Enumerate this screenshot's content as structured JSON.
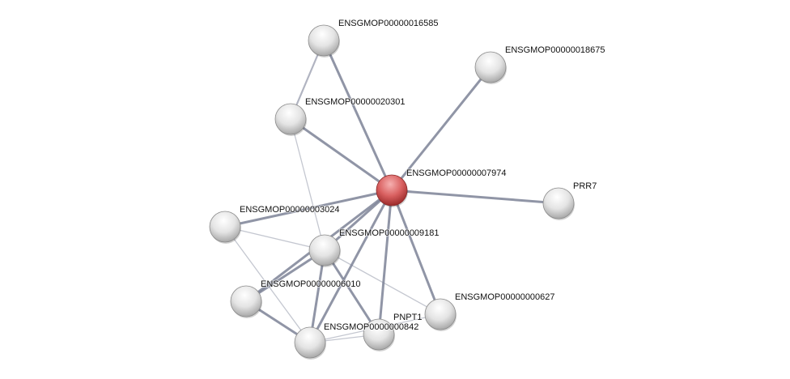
{
  "network": {
    "nodes": [
      {
        "id": "n16585",
        "label": "ENSGMOP00000016585",
        "query": false
      },
      {
        "id": "n18675",
        "label": "ENSGMOP00000018675",
        "query": false
      },
      {
        "id": "n20301",
        "label": "ENSGMOP00000020301",
        "query": false
      },
      {
        "id": "n7974",
        "label": "ENSGMOP00000007974",
        "query": true
      },
      {
        "id": "prr7",
        "label": "PRR7",
        "query": false
      },
      {
        "id": "n3024",
        "label": "ENSGMOP00000003024",
        "query": false
      },
      {
        "id": "n9181",
        "label": "ENSGMOP00000009181",
        "query": false
      },
      {
        "id": "n6010",
        "label": "ENSGMOP00000006010",
        "query": false
      },
      {
        "id": "n0627",
        "label": "ENSGMOP00000000627",
        "query": false
      },
      {
        "id": "pnpt1",
        "label": "PNPT1",
        "query": false
      },
      {
        "id": "n842",
        "label": "ENSGMOP0000000842",
        "query": false
      }
    ],
    "edges": [
      [
        "n16585",
        "n20301",
        "medium"
      ],
      [
        "n16585",
        "n7974",
        "strong"
      ],
      [
        "n18675",
        "n7974",
        "strong"
      ],
      [
        "n20301",
        "n7974",
        "strong"
      ],
      [
        "n20301",
        "n9181",
        "weak"
      ],
      [
        "n7974",
        "prr7",
        "strong"
      ],
      [
        "n7974",
        "n3024",
        "strong"
      ],
      [
        "n7974",
        "n9181",
        "strong"
      ],
      [
        "n7974",
        "n6010",
        "strong"
      ],
      [
        "n7974",
        "n842",
        "strong"
      ],
      [
        "n7974",
        "pnpt1",
        "strong"
      ],
      [
        "n7974",
        "n0627",
        "strong"
      ],
      [
        "n3024",
        "n9181",
        "weak"
      ],
      [
        "n3024",
        "n842",
        "weak"
      ],
      [
        "n9181",
        "n0627",
        "weak"
      ],
      [
        "n9181",
        "n6010",
        "strong"
      ],
      [
        "n9181",
        "n842",
        "strong"
      ],
      [
        "n9181",
        "pnpt1",
        "strong"
      ],
      [
        "n6010",
        "n842",
        "strong"
      ],
      [
        "n842",
        "pnpt1",
        "weak"
      ],
      [
        "n842",
        "n0627",
        "weak"
      ]
    ],
    "colors": {
      "query": "#e06f6f",
      "node": "#e6e6e6",
      "edge": "#7d8297"
    }
  }
}
